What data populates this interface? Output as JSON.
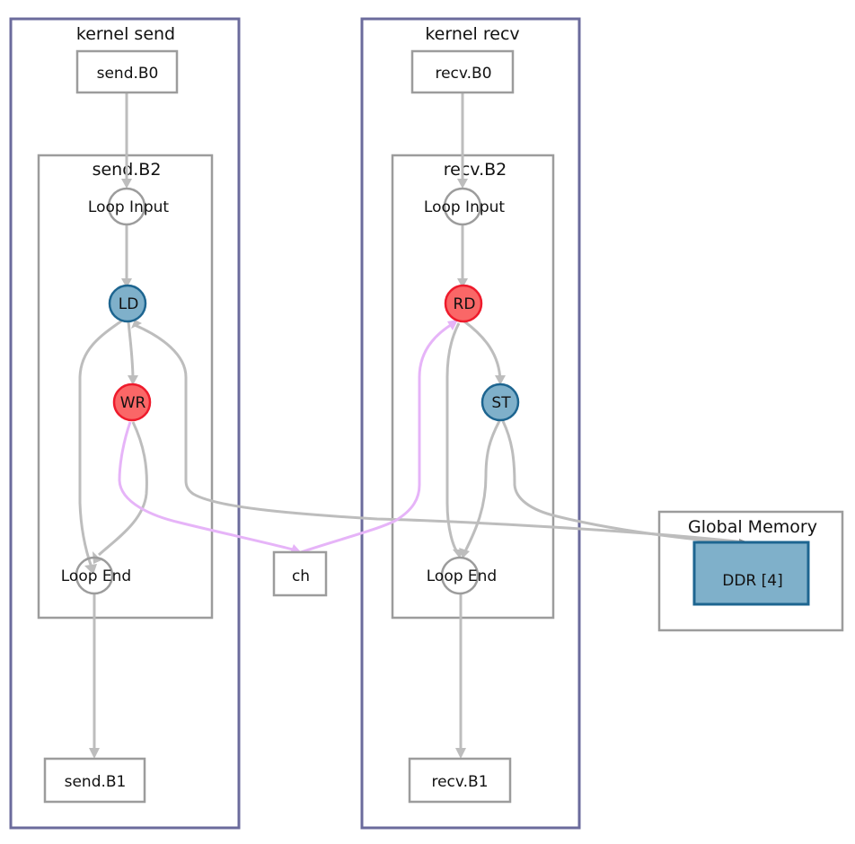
{
  "kernels": [
    {
      "title": "kernel send",
      "entry_block": "send.B0",
      "loop_block": "send.B2",
      "loop_input": "Loop Input",
      "loop_end": "Loop End",
      "exit_block": "send.B1",
      "nodes": [
        {
          "label": "LD",
          "kind": "load",
          "color": "#7fb0ca"
        },
        {
          "label": "WR",
          "kind": "channel-write",
          "color": "#fa6767"
        }
      ]
    },
    {
      "title": "kernel recv",
      "entry_block": "recv.B0",
      "loop_block": "recv.B2",
      "loop_input": "Loop Input",
      "loop_end": "Loop End",
      "exit_block": "recv.B1",
      "nodes": [
        {
          "label": "RD",
          "kind": "channel-read",
          "color": "#fa6767"
        },
        {
          "label": "ST",
          "kind": "store",
          "color": "#7fb0ca"
        }
      ]
    }
  ],
  "channel": {
    "label": "ch"
  },
  "global_memory": {
    "title": "Global Memory",
    "bank": "DDR [4]"
  },
  "colors": {
    "kernel_border": "#6b6b9c",
    "cluster_border": "#9c9c9c",
    "edge": "#bdbdbd",
    "channel_edge": "#e6b4f8",
    "memory_node": "#7fb0ca",
    "channel_node": "#fa6767"
  }
}
